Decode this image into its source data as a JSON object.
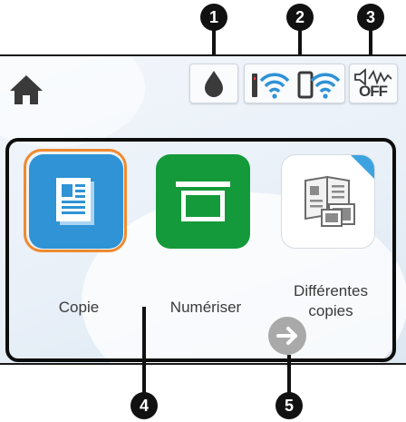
{
  "status_bar": {
    "home_icon": "home-icon",
    "ink_icon": "ink-drop-icon",
    "wifi_icon": "wifi-icon",
    "wifi_direct_icon": "wifi-direct-icon",
    "quiet_mode_label": "OFF"
  },
  "apps": [
    {
      "label": "Copie",
      "icon": "copy-icon",
      "color": "#2f93d5",
      "selected": true
    },
    {
      "label": "Numériser",
      "icon": "scan-icon",
      "color": "#149a3a",
      "selected": false
    },
    {
      "label": "Différentes copies",
      "label_lines": [
        "Différentes",
        "copies"
      ],
      "icon": "various-copies-icon",
      "color": "#ffffff",
      "selected": false
    }
  ],
  "next_button": {
    "icon": "arrow-right-icon"
  },
  "callouts": [
    "1",
    "2",
    "3",
    "4",
    "5"
  ],
  "colors": {
    "selection_ring": "#f08a2e",
    "accent": "#2f93d5",
    "scan_green": "#149a3a"
  }
}
